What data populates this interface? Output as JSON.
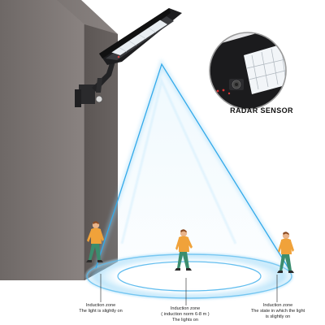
{
  "callout": {
    "title": "RADAR SENSOR"
  },
  "captions": {
    "left": {
      "line1": "Induction zone",
      "line2": "The light is slightly on"
    },
    "middle": {
      "line1": "Induction zone",
      "line2": "( induction norm 6-8 m )",
      "line3": "The lights on"
    },
    "right": {
      "line1": "Induction zone",
      "line2": "The state in which the light",
      "line3": "is slightly on"
    }
  },
  "colors": {
    "wall": "#7d7673",
    "beam": "#1a9be0",
    "lamp": "#1d1d1f",
    "person_shirt": "#f0a23a",
    "person_pants": "#3b8d6e",
    "person_skin": "#e9b48a"
  }
}
